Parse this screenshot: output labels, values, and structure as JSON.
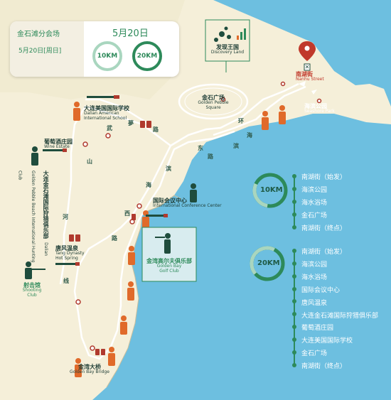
{
  "info": {
    "venue": "金石滩分会场",
    "date_long": "5月20日[周日]",
    "date_short": "5月20日",
    "dist_short": "10KM",
    "dist_long": "20KM"
  },
  "places": {
    "discovery_cn": "发现王国",
    "discovery_en": "Discovery Land",
    "nanhu_cn": "南湖街",
    "nanhu_en": "Nanhu Street",
    "golden_pebble_cn": "金石广场",
    "golden_pebble_en1": "Golden Pebble",
    "golden_pebble_en2": "Square",
    "seashore_cn": "海滨公园",
    "seashore_en": "Seashore Park",
    "school_cn": "大连美国国际学校",
    "school_en1": "Dalian American",
    "school_en2": "International School",
    "wine_cn": "葡萄酒庄园",
    "wine_en": "Wine Estate",
    "hunting_cn": "大连金石滩国际狩猎俱乐部",
    "hunting_en": "Dalian Golden Pebble Beach International Hunting Club",
    "conference_cn": "国际会议中心",
    "conference_en": "International Conference Center",
    "hotspring_cn": "唐风温泉",
    "hotspring_en1": "Tang Dynasty",
    "hotspring_en2": "Hot Spring",
    "golf_cn": "金湾高尔夫俱乐部",
    "golf_en1": "Golden Bay",
    "golf_en2": "Golf Club",
    "shooting_cn": "射击馆",
    "shooting_en1": "Shooting",
    "shooting_en2": "Club",
    "bridge_cn": "金湾大桥",
    "bridge_en": "Golden Bay Bridge"
  },
  "roads": {
    "wuyou_1": "武",
    "wuyou_2": "夢",
    "wuyou_3": "路",
    "bin_1": "滨",
    "bin_2": "海",
    "bin_3": "东",
    "bin_4": "路",
    "bin_5": "滨",
    "bin_6": "海",
    "bin_7": "西",
    "bin_8": "路",
    "shanhe_1": "山",
    "shanhe_2": "河",
    "shanhe_3": "线",
    "huanhai": "环"
  },
  "legend10": {
    "badge": "10KM",
    "stops": [
      "南湖街（始发）",
      "海滨公园",
      "海水浴场",
      "金石广场",
      "南湖街（终点）"
    ]
  },
  "legend20": {
    "badge": "20KM",
    "stops": [
      "南湖街（始发）",
      "海滨公园",
      "海水浴场",
      "国际会议中心",
      "唐风温泉",
      "大连金石滩国际狩猎俱乐部",
      "葡萄酒庄园",
      "大连美国国际学校",
      "金石广场",
      "南湖街（终点）"
    ]
  },
  "colors": {
    "sea": "#6dbfe0",
    "land": "#f5efd9",
    "route": "#ffffff",
    "accent_green": "#2d8a5a",
    "legend_line": "#2d8a5a"
  }
}
